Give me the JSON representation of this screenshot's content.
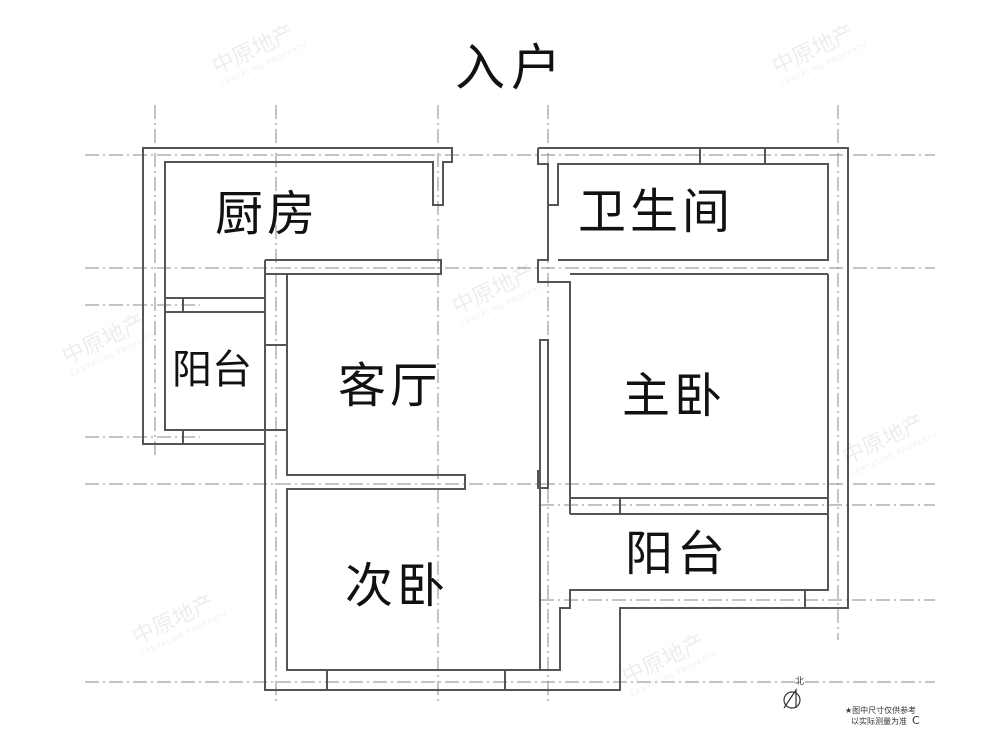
{
  "entrance": "入户",
  "rooms": {
    "kitchen": "厨房",
    "bathroom": "卫生间",
    "small_balcony": "阳台",
    "living_room": "客厅",
    "master_bedroom": "主卧",
    "second_bedroom": "次卧",
    "balcony": "阳台"
  },
  "north_label": "北",
  "disclaimer": [
    "★图中尺寸仅供参考",
    "以实际测量为准"
  ],
  "disclaimer_mark": "C",
  "watermark": {
    "brand": "中原地产",
    "subtitle": "CENTALINE PROPERTY"
  },
  "colors": {
    "wall": "#555555",
    "dash": "#888888",
    "text": "#111111"
  }
}
